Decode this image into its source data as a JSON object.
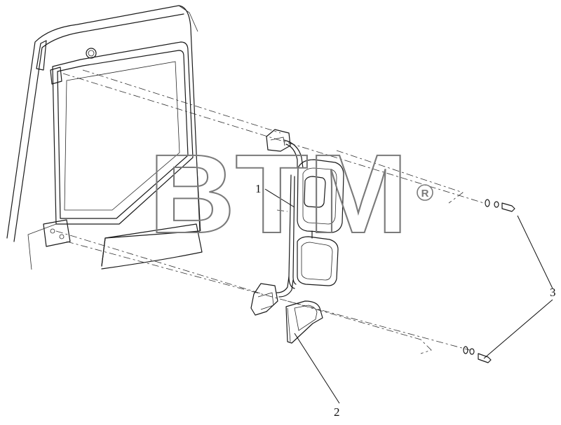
{
  "drawing": {
    "watermark": "BTM",
    "registered_mark": "®",
    "callouts": [
      {
        "id": "1",
        "label": "1"
      },
      {
        "id": "2",
        "label": "2"
      },
      {
        "id": "3",
        "label": "3"
      }
    ],
    "colors": {
      "line": "#1a1a1a",
      "watermark": "#7a7a7a",
      "background": "#ffffff"
    }
  }
}
